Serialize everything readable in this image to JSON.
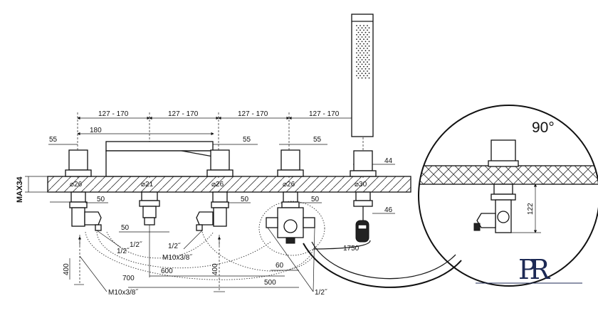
{
  "top_dimensions": [
    "127 - 170",
    "127 - 170",
    "127 - 170",
    "127 - 170"
  ],
  "dimensions": {
    "spout_width": "180",
    "handle_offset_1": "55",
    "handle_offset_2": "55",
    "handle_offset_3": "55",
    "hand_shower_width": "44",
    "max_deck": "MAX34",
    "hole_1": "⌀26",
    "hole_2": "⌀21",
    "hole_3": "⌀26",
    "hole_4": "⌀26",
    "hole_5": "⌀30",
    "below_1": "50",
    "below_2": "50",
    "below_3": "50",
    "below_hose": "46",
    "spout_valve_offset": "50",
    "hose_1750": "1750",
    "len_600": "600",
    "len_60": "60",
    "len_700": "700",
    "len_500": "500",
    "h_400_left": "400",
    "h_400_mid": "400",
    "detail_height": "122"
  },
  "thread_labels": {
    "half_inch_a": "1/2˝",
    "half_inch_b": "1/2˝",
    "half_inch_c": "1/2˝",
    "half_inch_d": "1/2˝",
    "m10_left": "M10x3/8˝",
    "m10_mid": "M10x3/8˝"
  },
  "detail": {
    "angle": "90°"
  },
  "logo": {
    "text": "PR"
  }
}
